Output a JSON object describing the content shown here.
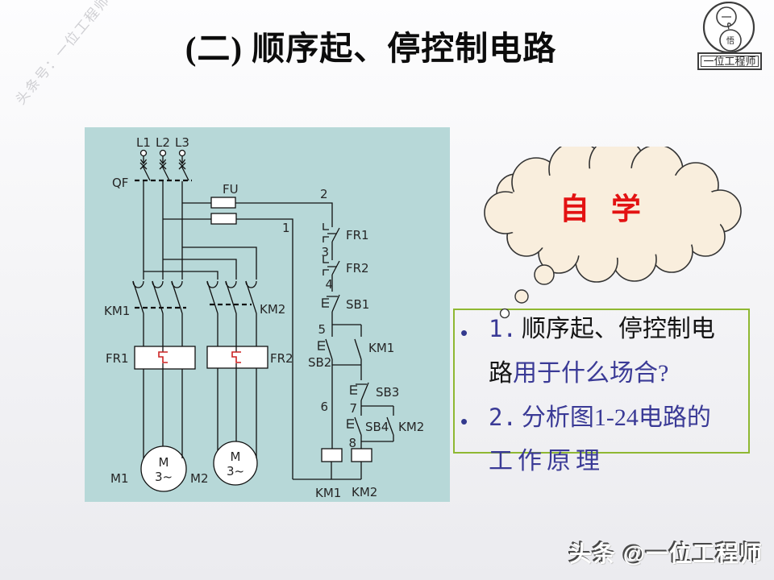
{
  "slide": {
    "title": "(二) 顺序起、停控制电路",
    "watermark": "头条号：一位工程师",
    "footer": "头条 @一位工程师"
  },
  "logo": {
    "symbol_top": "一",
    "symbol_bottom": "悟",
    "label": "一位工程师"
  },
  "cloud": {
    "text": "自 学"
  },
  "qa_box": {
    "bullet_char": "•",
    "item1_num": "1.",
    "item1_black": "顺序起、停控制电",
    "item1_line2_black": "路",
    "item1_line2_blue": "用于什么场合?",
    "item2_num": "2.",
    "item2_blue": "分析图1-24电路的",
    "item2_line2_blue": "工作原理"
  },
  "circuit": {
    "labels": {
      "l1": "L1",
      "l2": "L2",
      "l3": "L3",
      "qf": "QF",
      "fu": "FU",
      "n1": "1",
      "n2": "2",
      "n3": "3",
      "n4": "4",
      "n5": "5",
      "n6": "6",
      "n7": "7",
      "n8": "8",
      "fr1_contact": "FR1",
      "fr2_contact": "FR2",
      "sb1": "SB1",
      "sb2": "SB2",
      "sb3": "SB3",
      "sb4": "SB4",
      "km1_aux": "KM1",
      "km2_aux": "KM2",
      "km1_main": "KM1",
      "km2_main": "KM2",
      "fr1_heater": "FR1",
      "fr2_heater": "FR2",
      "m1": "M1",
      "m2": "M2",
      "motor_m": "M",
      "motor_ph": "3~",
      "km1_coil": "KM1",
      "km2_coil": "KM2"
    }
  },
  "colors": {
    "circuit_background": "#b7d8d8",
    "cloud_fill": "#f9eedd",
    "cloud_text_red": "#e31212",
    "question_blue": "#3a3a96",
    "box_border_green": "#8fb832",
    "heater_red": "#cc2222"
  }
}
